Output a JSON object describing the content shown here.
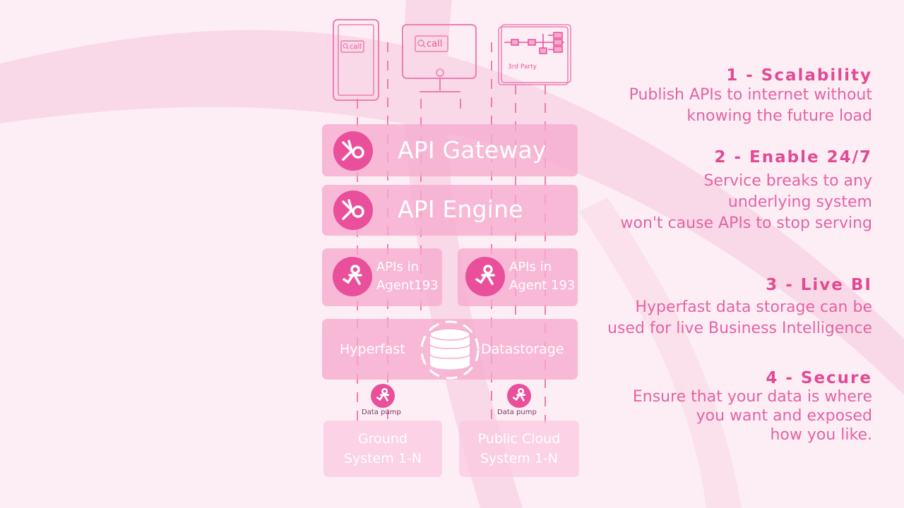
{
  "devices": {
    "phone_search": "call",
    "desktop_search": "call",
    "third_party": "3rd Party"
  },
  "diagram": {
    "gateway": "API Gateway",
    "engine": "API Engine",
    "agent_left": "APIs in Agent193",
    "agent_right": "APIs in Agent 193",
    "storage_left": "Hyperfast",
    "storage_right": "Datastorage",
    "pump_left": "Data pump",
    "pump_right": "Data pump",
    "ground": "Ground System 1-N",
    "cloud": "Public Cloud System 1-N"
  },
  "features": [
    {
      "title": "1 - Scalability",
      "lines": [
        "Publish APIs to internet without",
        "knowing the future load"
      ]
    },
    {
      "title": "2 - Enable 24/7",
      "lines": [
        "Service breaks to any",
        "underlying system",
        "won't cause APIs to stop serving"
      ]
    },
    {
      "title": "3 - Live BI",
      "lines": [
        "Hyperfast data storage can be",
        "used for live Business Intelligence"
      ]
    },
    {
      "title": "4 - Secure",
      "lines": [
        "Ensure that your data is where",
        "you want and exposed",
        "how you like."
      ]
    }
  ],
  "colors": {
    "background": "#fdeef5",
    "box": "#f6aace",
    "logo": "#e94f9a",
    "heading": "#e24a93",
    "text": "#e463a3"
  },
  "icons": [
    "search-icon",
    "brand-logo-icon",
    "agent-logo-icon",
    "database-icon",
    "flowchart-icon"
  ]
}
